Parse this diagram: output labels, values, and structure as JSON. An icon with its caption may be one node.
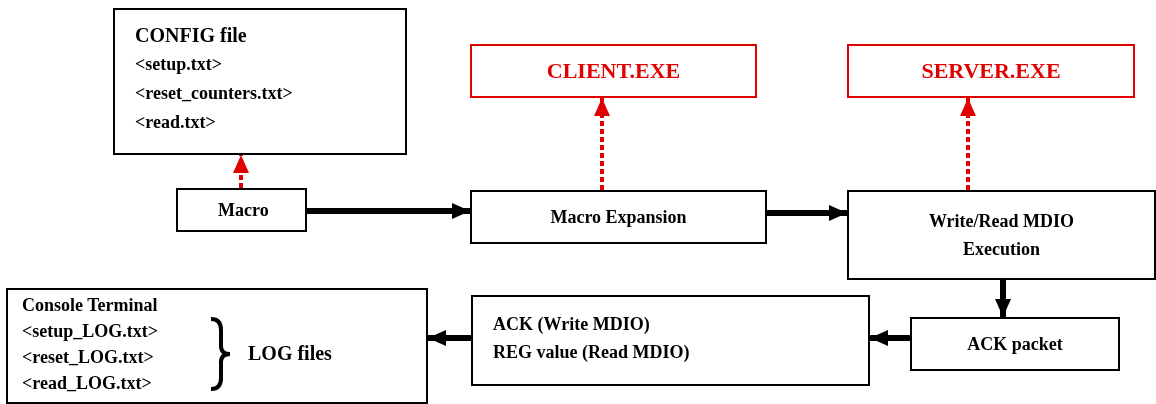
{
  "diagram": {
    "nodes": [
      {
        "text": [
          "CONFIG file",
          "<setup.txt>",
          "<reset_counters.txt>",
          "<read.txt>"
        ]
      },
      {
        "text": [
          "CLIENT.EXE"
        ]
      },
      {
        "text": [
          "SERVER.EXE"
        ]
      },
      {
        "text": [
          "Macro"
        ]
      },
      {
        "text": [
          "Macro Expansion"
        ]
      },
      {
        "text": [
          "Write/Read MDIO Execution"
        ]
      },
      {
        "text": [
          "Console Terminal",
          "<setup_LOG.txt>",
          "<reset_LOG.txt>",
          "<read_LOG.txt>",
          "LOG files"
        ]
      },
      {
        "text": [
          "ACK (Write MDIO)",
          "REG value (Read MDIO)"
        ]
      },
      {
        "text": [
          "ACK packet"
        ]
      }
    ],
    "edges": [
      {
        "from": 3,
        "to": 0,
        "arrow": "to",
        "style": "dashed",
        "color": "#e00000"
      },
      {
        "from": 3,
        "to": 4,
        "arrow": "to"
      },
      {
        "from": 4,
        "to": 1,
        "arrow": "to",
        "style": "dashed",
        "color": "#e00000"
      },
      {
        "from": 4,
        "to": 5,
        "arrow": "to"
      },
      {
        "from": 5,
        "to": 2,
        "arrow": "to",
        "style": "dashed",
        "color": "#e00000"
      },
      {
        "from": 5,
        "to": 8,
        "arrow": "to"
      },
      {
        "from": 8,
        "to": 7,
        "arrow": "to"
      },
      {
        "from": 7,
        "to": 6,
        "arrow": "to"
      }
    ]
  }
}
